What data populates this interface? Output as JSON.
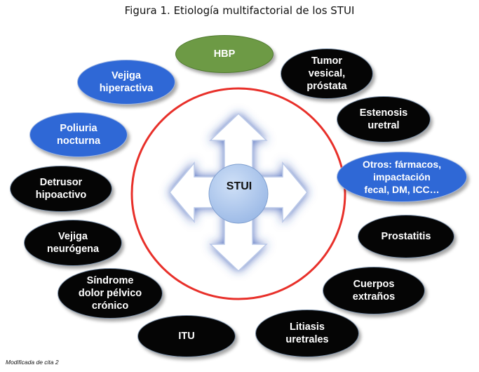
{
  "title": "Figura 1. Etiología multifactorial de los STUI",
  "center": "STUI",
  "caption": "Modificada de cita 2",
  "colors": {
    "dark": "#050505",
    "blue": "#2f68d6",
    "green": "#6d9a45",
    "ring": "#e8302a",
    "center": "#a9c4ea"
  },
  "causes": [
    {
      "id": "hbp",
      "label": "HBP",
      "color": "green"
    },
    {
      "id": "tumor",
      "label": "Tumor\nvesical,\npróstata",
      "color": "dark"
    },
    {
      "id": "estenosis",
      "label": "Estenosis\nuretral",
      "color": "dark"
    },
    {
      "id": "otros",
      "label": "Otros:  fármacos,\nimpactación\nfecal, DM, ICC…",
      "color": "blue"
    },
    {
      "id": "prostatitis",
      "label": "Prostatitis",
      "color": "dark"
    },
    {
      "id": "cuerpos",
      "label": "Cuerpos\nextraños",
      "color": "dark"
    },
    {
      "id": "litiasis",
      "label": "Litiasis\nuretrales",
      "color": "dark"
    },
    {
      "id": "itu",
      "label": "ITU",
      "color": "dark"
    },
    {
      "id": "sindrome",
      "label": "Síndrome\ndolor pélvico\ncrónico",
      "color": "dark"
    },
    {
      "id": "neurogena",
      "label": "Vejiga\nneurógena",
      "color": "dark"
    },
    {
      "id": "detrusor",
      "label": "Detrusor\nhipoactivo",
      "color": "dark"
    },
    {
      "id": "poliuria",
      "label": "Poliuria\nnocturna",
      "color": "blue"
    },
    {
      "id": "hiperactiva",
      "label": "Vejiga\nhiperactiva",
      "color": "blue"
    }
  ]
}
